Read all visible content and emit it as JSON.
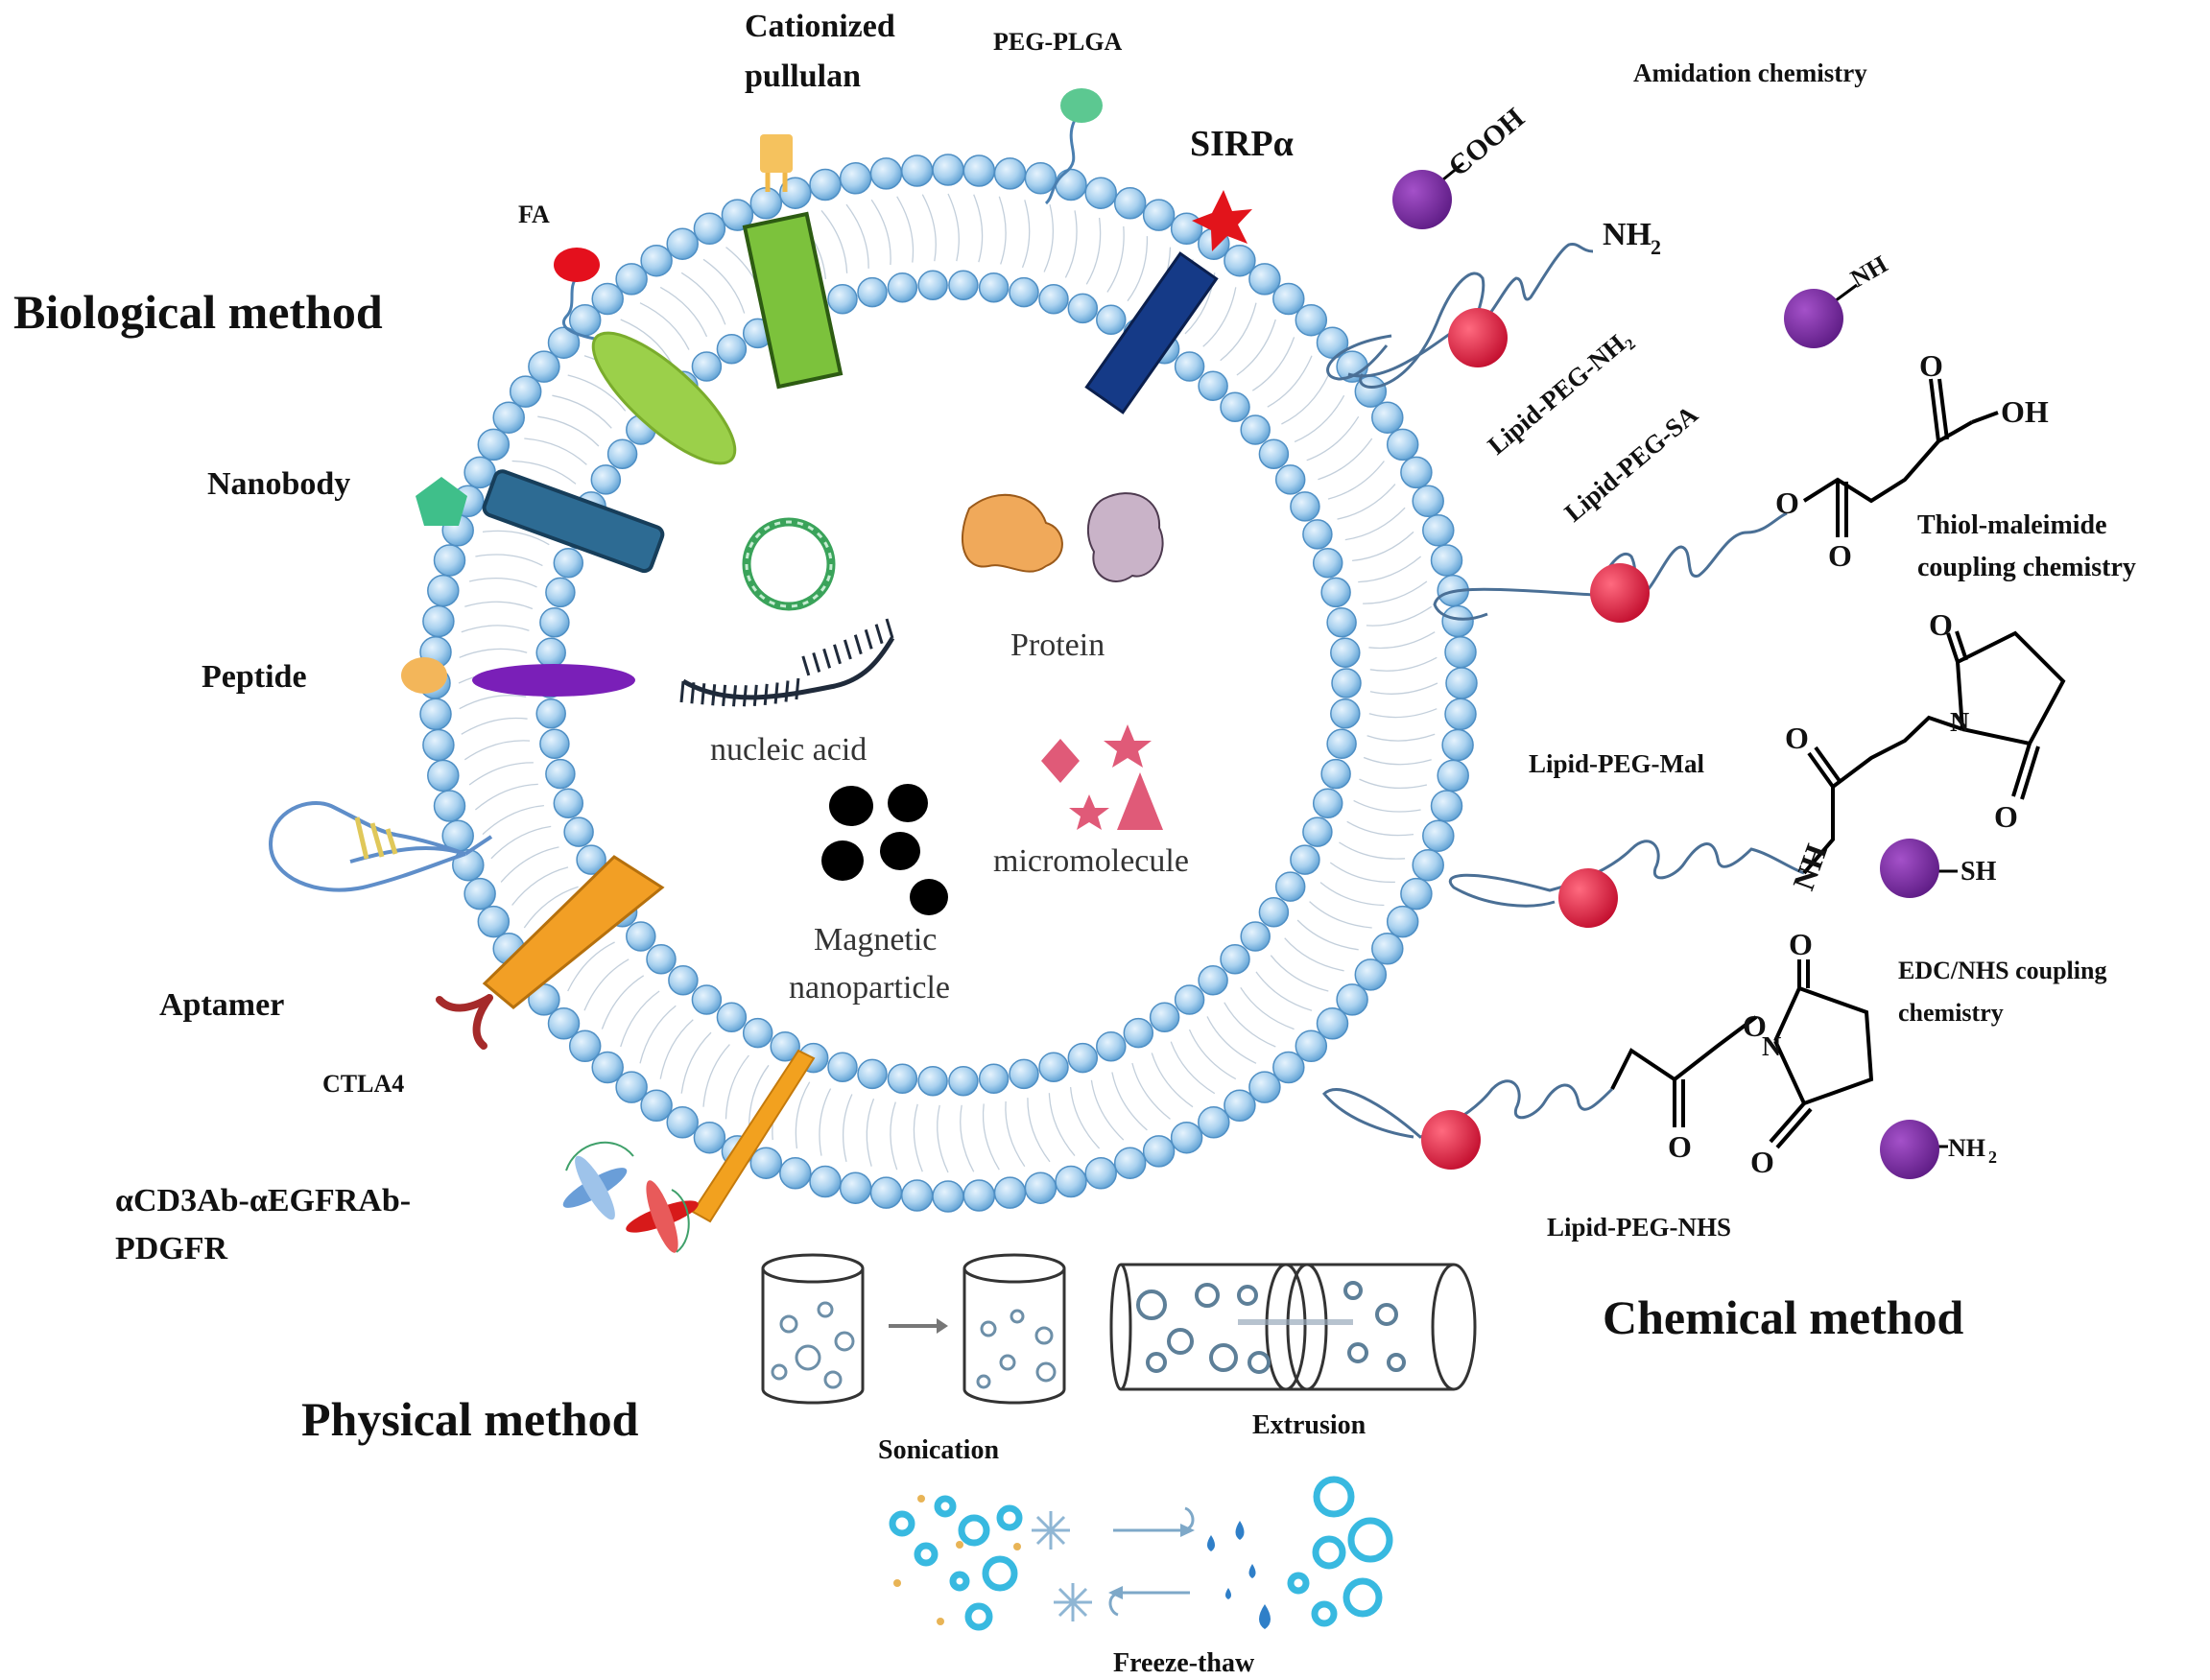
{
  "sections": {
    "biological": "Biological  method",
    "chemical": "Chemical  method",
    "physical": "Physical method"
  },
  "biological_labels": {
    "fa": "FA",
    "cationized_1": "Cationized",
    "cationized_2": "pullulan",
    "peg_plga": "PEG-PLGA",
    "sirpa": "SIRPα",
    "nanobody": "Nanobody",
    "peptide": "Peptide",
    "aptamer": "Aptamer",
    "ctla4": "CTLA4",
    "bispecific_1": "αCD3Ab-αEGFRAb-",
    "bispecific_2": "PDGFR"
  },
  "cargo": {
    "protein": "Protein",
    "nucleic_acid": "nucleic acid",
    "micromolecule": "micromolecule",
    "magnetic_1": "Magnetic",
    "magnetic_2": "nanoparticle"
  },
  "chemical_labels": {
    "amidation": "Amidation  chemistry",
    "cooh": "COOH",
    "nh2": "NH",
    "sub2": "2",
    "lipid_peg_nh2": "Lipid-PEG-NH₂",
    "lipid_peg_sa": "Lipid-PEG-SA",
    "oh": "OH",
    "o": "O",
    "thiol_1": "Thiol-maleimide",
    "thiol_2": "coupling chemistry",
    "lipid_peg_mal": "Lipid-PEG-Mal",
    "n": "N",
    "nh": "NH",
    "sh": "SH",
    "edc_1": "EDC/NHS coupling",
    "edc_2": "chemistry",
    "lipid_peg_nhs": "Lipid-PEG-NHS"
  },
  "physical_labels": {
    "sonication": "Sonication",
    "extrusion": "Extrusion",
    "freeze_thaw": "Freeze-thaw"
  },
  "colors": {
    "lipid_head": "#9cc9ea",
    "lipid_stroke": "#5a9bd0",
    "reactive_purple": "#7a2aa0",
    "lipid_red": "#dd1c3c"
  }
}
